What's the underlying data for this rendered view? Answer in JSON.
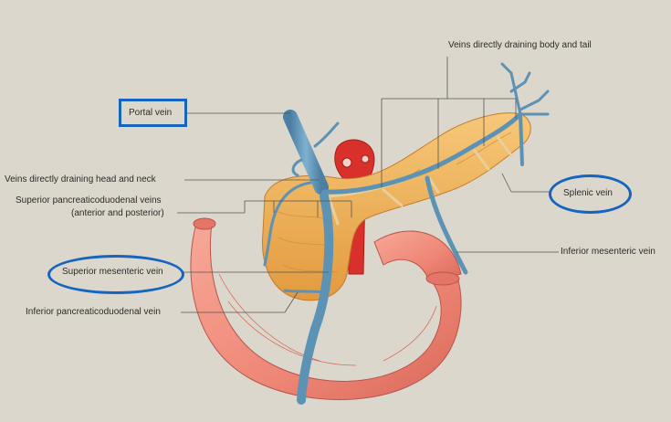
{
  "labels": {
    "portal_vein": "Portal vein",
    "body_tail_veins": "Veins directly draining body and tail",
    "head_neck_veins": "Veins directly draining head and neck",
    "sup_pd_veins_1": "Superior pancreaticoduodenal veins",
    "sup_pd_veins_2": "(anterior and posterior)",
    "splenic_vein": "Splenic vein",
    "inf_mesenteric_vein": "Inferior mesenteric vein",
    "sup_mesenteric_vein": "Superior mesenteric vein",
    "inf_pd_vein": "Inferior pancreaticoduodenal vein"
  },
  "highlights": {
    "boxed": [
      "Portal vein"
    ],
    "circled": [
      "Splenic vein",
      "Superior mesenteric vein"
    ],
    "color": "#1565c0"
  },
  "colors": {
    "background": "#dcd7cd",
    "pancreas": "#f0b45a",
    "duodenum": "#f08c7c",
    "artery": "#d8302a",
    "vein": "#5c93b5",
    "leader_line": "#555555"
  }
}
